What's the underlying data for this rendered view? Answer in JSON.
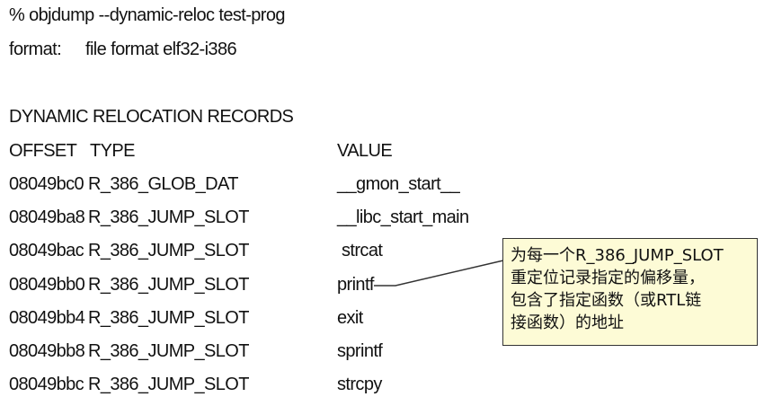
{
  "command": "% objdump --dynamic-reloc test-prog",
  "format": {
    "label": "format:",
    "value": "file format elf32-i386"
  },
  "section_title": "DYNAMIC RELOCATION RECORDS",
  "columns": {
    "offset": "OFFSET",
    "type": "TYPE",
    "value": "VALUE"
  },
  "records": [
    {
      "offset": "08049bc0",
      "type": "R_386_GLOB_DAT",
      "value": "__gmon_start__"
    },
    {
      "offset": "08049ba8",
      "type": "R_386_JUMP_SLOT",
      "value": "__libc_start_main"
    },
    {
      "offset": "08049bac",
      "type": "R_386_JUMP_SLOT",
      "value": "strcat"
    },
    {
      "offset": "08049bb0",
      "type": "R_386_JUMP_SLOT",
      "value": "printf"
    },
    {
      "offset": "08049bb4",
      "type": "R_386_JUMP_SLOT",
      "value": "exit"
    },
    {
      "offset": "08049bb8",
      "type": "R_386_JUMP_SLOT",
      "value": "sprintf"
    },
    {
      "offset": "08049bbc",
      "type": "R_386_JUMP_SLOT",
      "value": "strcpy"
    }
  ],
  "callout": {
    "lines": [
      "为每一个R_386_JUMP_SLOT",
      "重定位记录指定的偏移量，",
      "包含了指定函数（或RTL链",
      "接函数）的地址"
    ],
    "background": "#fdfbd6",
    "border_color": "#333333"
  }
}
